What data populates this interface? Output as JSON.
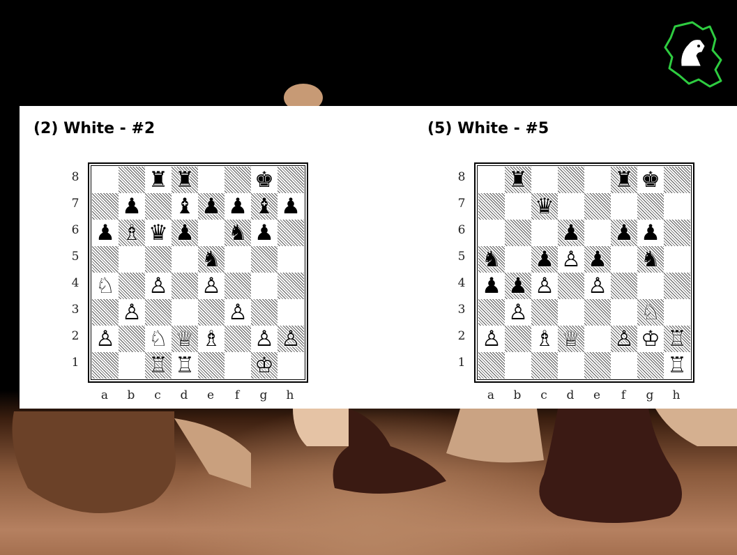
{
  "puzzles": [
    {
      "title": "(2) White - #2",
      "board": [
        [
          "",
          "",
          "r",
          "r",
          "",
          "",
          "k",
          ""
        ],
        [
          "",
          "p",
          "",
          "b",
          "p",
          "p",
          "b",
          "p"
        ],
        [
          "p",
          "B",
          "q",
          "p",
          "",
          "n",
          "p",
          ""
        ],
        [
          "",
          "",
          "",
          "",
          "n",
          "",
          "",
          ""
        ],
        [
          "N",
          "",
          "P",
          "",
          "P",
          "",
          "",
          ""
        ],
        [
          "",
          "P",
          "",
          "",
          "",
          "P",
          "",
          ""
        ],
        [
          "P",
          "",
          "N",
          "Q",
          "B",
          "",
          "P",
          "P"
        ],
        [
          "",
          "",
          "R",
          "R",
          "",
          "",
          "K",
          ""
        ]
      ]
    },
    {
      "title": "(5) White - #5",
      "board": [
        [
          "",
          "r",
          "",
          "",
          "",
          "r",
          "k",
          ""
        ],
        [
          "",
          "",
          "q",
          "",
          "",
          "",
          "",
          ""
        ],
        [
          "",
          "",
          "",
          "p",
          "",
          "p",
          "p",
          ""
        ],
        [
          "n",
          "",
          "p",
          "P",
          "p",
          "",
          "n",
          ""
        ],
        [
          "p",
          "p",
          "P",
          "",
          "P",
          "",
          "",
          ""
        ],
        [
          "",
          "P",
          "",
          "",
          "",
          "",
          "N",
          ""
        ],
        [
          "P",
          "",
          "B",
          "Q",
          "",
          "P",
          "K",
          "R"
        ],
        [
          "",
          "",
          "",
          "",
          "",
          "",
          "",
          "R"
        ]
      ]
    }
  ],
  "ranks": [
    "8",
    "7",
    "6",
    "5",
    "4",
    "3",
    "2",
    "1"
  ],
  "files": [
    "a",
    "b",
    "c",
    "d",
    "e",
    "f",
    "g",
    "h"
  ],
  "logo_icon": "knight-map-logo-icon",
  "colors": {
    "logo_stroke": "#2ecc40",
    "panel_bg": "#ffffff"
  }
}
